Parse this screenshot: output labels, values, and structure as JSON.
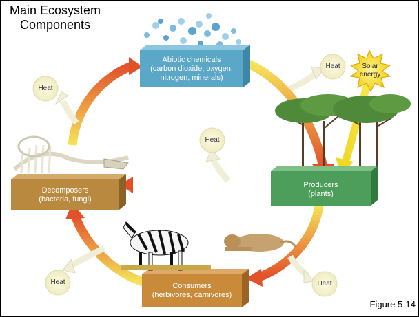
{
  "title_line1": "Main Ecosystem",
  "title_line2": "Components",
  "figure_label": "Figure 5-14",
  "boxes": {
    "abiotic": {
      "line1": "Abiotic chemicals",
      "line2": "(carbon dioxide, oxygen,",
      "line3": "nitrogen, minerals)"
    },
    "producers": {
      "line1": "Producers",
      "line2": "(plants)"
    },
    "consumers": {
      "line1": "Consumers",
      "line2": "(herbivores, carnivores)"
    },
    "decomposers": {
      "line1": "Decomposers",
      "line2": "(bacteria, fungi)"
    }
  },
  "heat_label": "Heat",
  "solar": {
    "line1": "Solar",
    "line2": "energy"
  },
  "colors": {
    "abiotic_box": "#5ba7c8",
    "producers_box": "#4d9e5a",
    "consumers_box": "#c98a3a",
    "decomposers_box": "#b8893f",
    "arrow_start": "#f5e45a",
    "arrow_end": "#e2512a",
    "heat_arrow": "#f3f1d8",
    "sun": "#f7e221"
  }
}
